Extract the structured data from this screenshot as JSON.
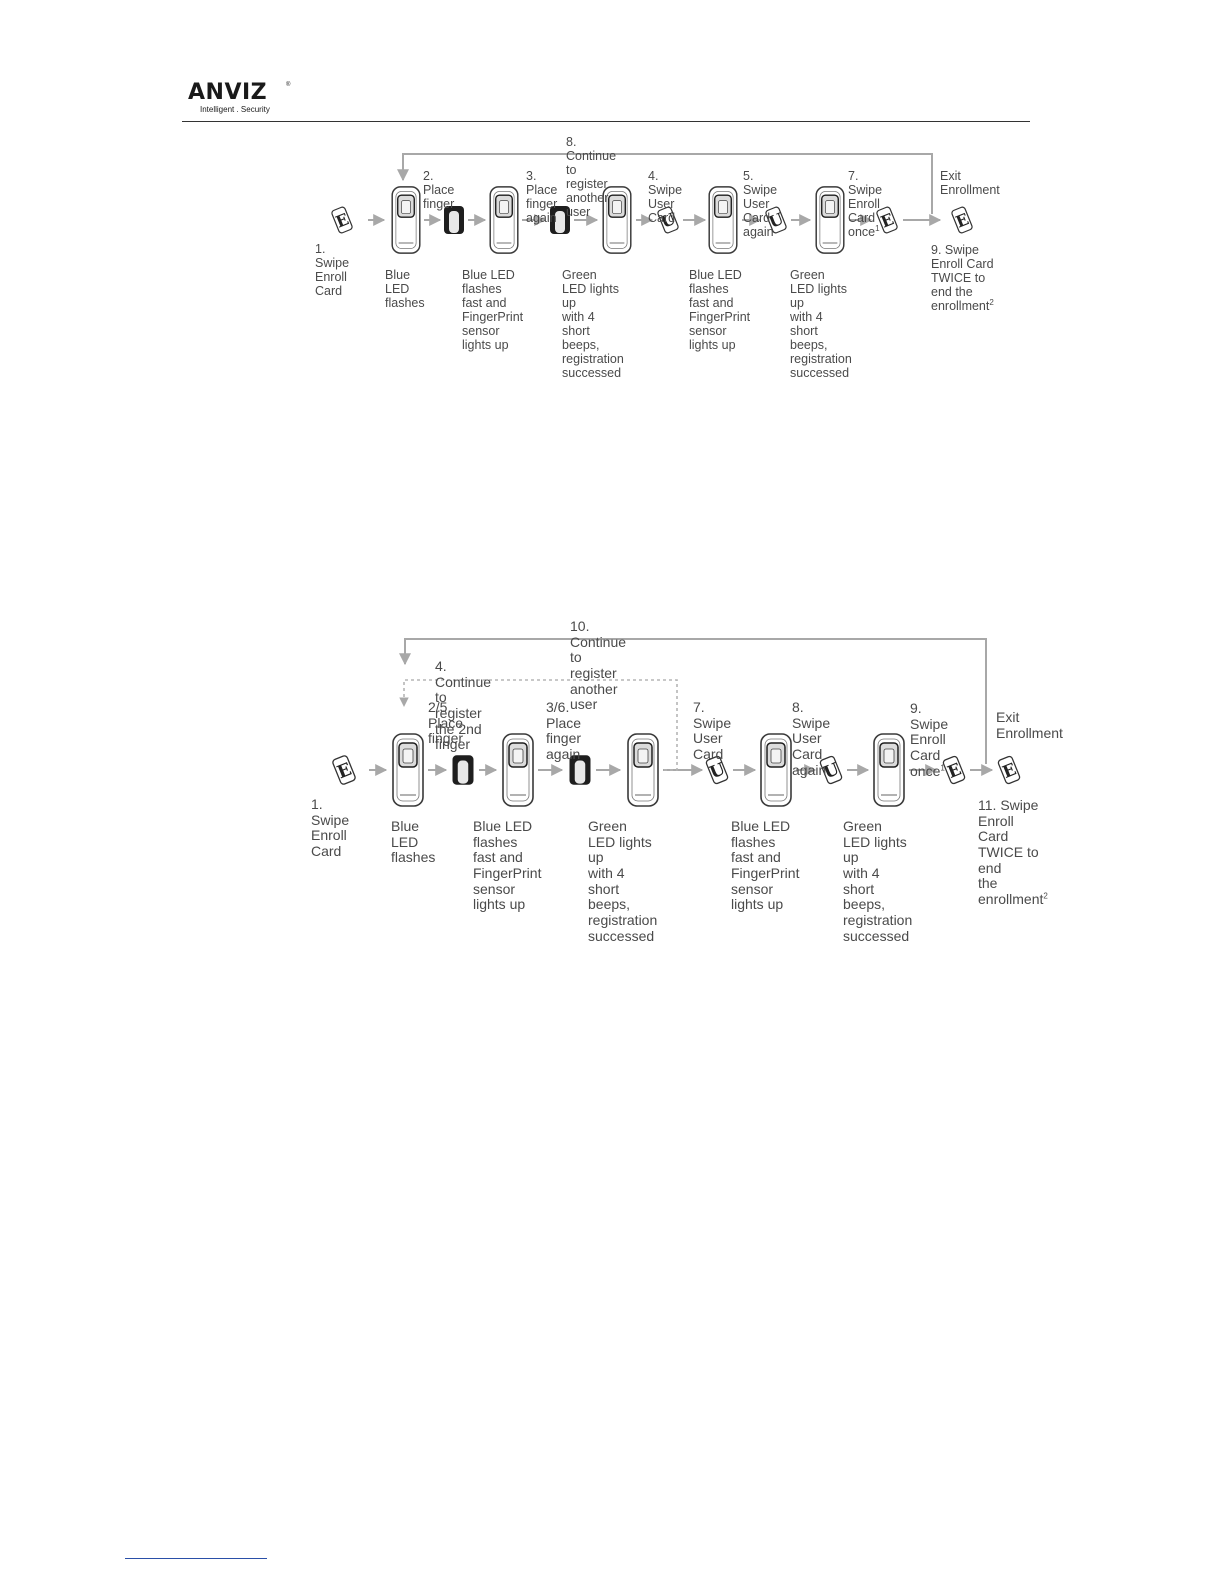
{
  "header": {
    "logo_text": "ANVIZ",
    "logo_reg": "®",
    "tagline": "Intelligent . Security"
  },
  "icons": {
    "device": "fingerprint-reader-icon",
    "finger": "finger-icon",
    "enroll_card": "enroll-card-icon",
    "user_card": "user-card-icon",
    "enroll_card_letter": "E",
    "user_card_letter": "U"
  },
  "colors": {
    "arrow": "#a8a8a8",
    "text": "#4a4a4a",
    "rule": "#333333"
  },
  "diagram1": {
    "loop_label": "8. Continue to register another user",
    "step1": "1. Swipe\nEnroll Card",
    "step2": "2. Place finger",
    "step3": "3. Place finger\nagain",
    "step4": "4. Swipe\nUser Card",
    "step5": "5. Swipe User\nCard again",
    "step7": "7. Swipe Enroll\nCard once",
    "step7_sup": "1",
    "exit": "Exit\nEnrollment",
    "step9": "9. Swipe Enroll Card\nTWICE to end the\nenrollment",
    "step9_sup": "2",
    "state_a": "Blue LED\nflashes",
    "state_b": "Blue LED\nflashes fast and\nFingerPrint\nsensor lights up",
    "state_c": "Green LED lights up\nwith 4 short beeps,\nregistration\nsuccessed",
    "state_d": "Blue LED\nflashes fast and\nFingerPrint\nsensor lights up",
    "state_e": "Green LED lights up\nwith 4 short beeps,\nregistration\nsuccessed"
  },
  "diagram2": {
    "loop_label": "10. Continue to register another user",
    "loop2_label": "4. Continue to register the 2nd finger",
    "step1": "1. Swipe\nEnroll Card",
    "step2": "2/5. Place finger",
    "step3": "3/6. Place finger\nagain",
    "step7": "7. Swipe\nUser Card",
    "step8": "8. Swipe User\nCard again",
    "step9": "9. Swipe\nEnroll Card\nonce",
    "step9_sup": "1",
    "exit": "Exit\nEnrollment",
    "step11": "11. Swipe\nEnroll Card\nTWICE to end\nthe\nenrollment",
    "step11_sup": "2",
    "state_a": "Blue LED\nflashes",
    "state_b": "Blue LED\nflashes fast and\nFingerPrint\nsensor lights up",
    "state_c": "Green LED lights up\nwith 4 short beeps,\nregistration\nsuccessed",
    "state_d": "Blue LED\nflashes fast and\nFingerPrint\nsensor lights up",
    "state_e": "Green LED lights up\nwith 4 short beeps,\nregistration\nsuccessed"
  }
}
